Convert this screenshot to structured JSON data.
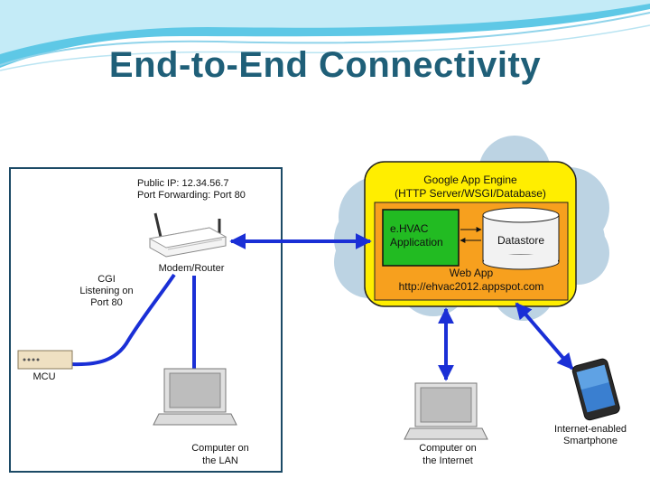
{
  "slide": {
    "title": "End-to-End Connectivity"
  },
  "router": {
    "ip_line": "Public IP: 12.34.56.7",
    "port_line": "Port Forwarding: Port 80",
    "label": "Modem/Router"
  },
  "cgi": {
    "line1": "CGI",
    "line2": "Listening on",
    "line3": "Port 80"
  },
  "mcu": {
    "label": "MCU"
  },
  "lan_computer": {
    "line1": "Computer on",
    "line2": "the LAN"
  },
  "gae": {
    "title_line1": "Google App Engine",
    "title_line2": "(HTTP Server/WSGI/Database)",
    "app_line1": "e.HVAC",
    "app_line2": "Application",
    "datastore": "Datastore",
    "webapp_line1": "Web App",
    "webapp_line2": "http://ehvac2012.appspot.com"
  },
  "internet_computer": {
    "line1": "Computer on",
    "line2": "the Internet"
  },
  "smartphone": {
    "line1": "Internet-enabled",
    "line2": "Smartphone"
  },
  "colors": {
    "title": "#1f5f78",
    "arrow": "#1a2fd6",
    "gae_fill": "#ffee00",
    "gae_inner": "#f7a01e",
    "app_fill": "#22bb22",
    "cloud": "#bcd3e3",
    "frame": "#1c4a66"
  }
}
